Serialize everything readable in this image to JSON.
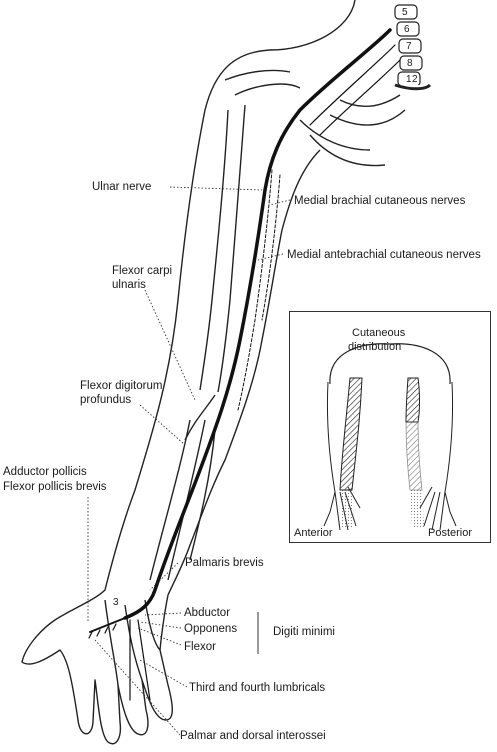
{
  "labels": {
    "ulnar_nerve": "Ulnar nerve",
    "medial_brachial": "Medial brachial cutaneous nerves",
    "medial_antebrachial": "Medial antebrachial cutaneous nerves",
    "flexor_carpi_ulnaris_1": "Flexor carpi",
    "flexor_carpi_ulnaris_2": "ulnaris",
    "flexor_digitorum_1": "Flexor digitorum",
    "flexor_digitorum_2": "profundus",
    "adductor_pollicis": "Adductor pollicis",
    "flexor_pollicis_brevis": "Flexor pollicis brevis",
    "palmaris_brevis": "Palmaris brevis",
    "abductor": "Abductor",
    "opponens": "Opponens",
    "flexor": "Flexor",
    "digiti_minimi": "Digiti minimi",
    "third_fourth_lumbricals": "Third and fourth lumbricals",
    "palmar_dorsal_interossei": "Palmar and dorsal interossei"
  },
  "vertebrae": [
    "5",
    "6",
    "7",
    "8",
    "1",
    "2"
  ],
  "hand_number": "3",
  "inset": {
    "title_1": "Cutaneous",
    "title_2": "distribution",
    "anterior": "Anterior",
    "posterior": "Posterior"
  }
}
